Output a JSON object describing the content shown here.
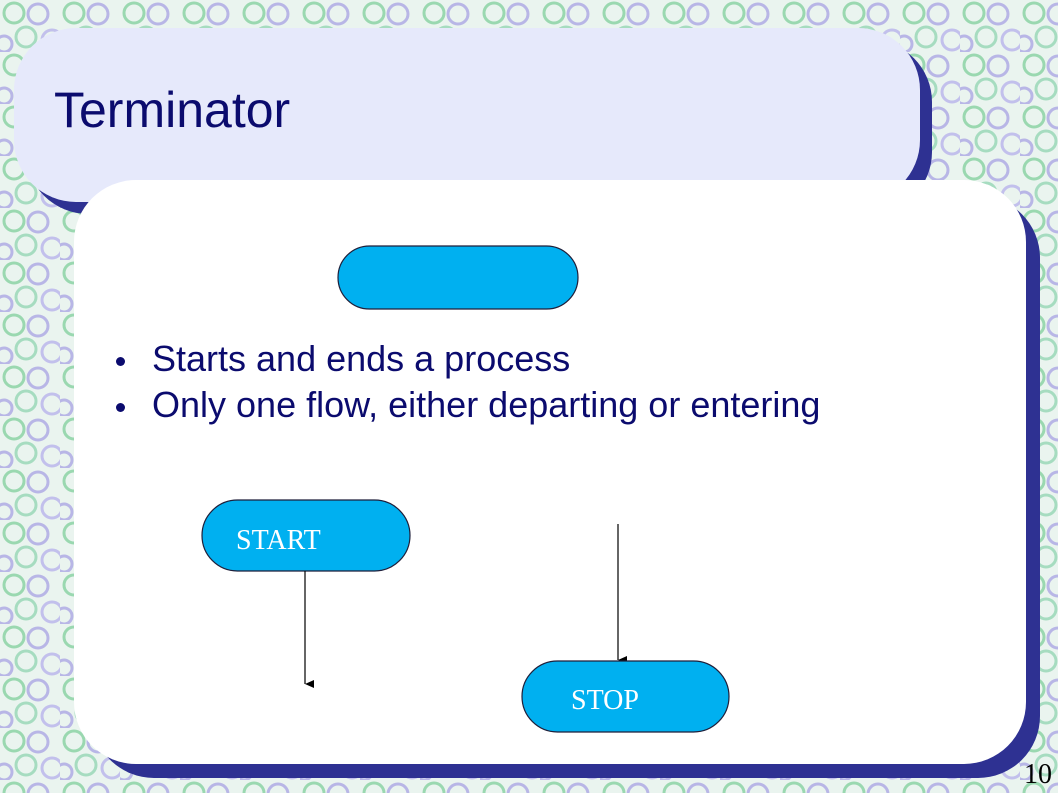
{
  "slide": {
    "title": "Terminator",
    "bullets": [
      "Starts and ends a process",
      "Only one flow, either departing or entering"
    ],
    "page_number": "10"
  },
  "diagram": {
    "shape_fill": "#00b0f0",
    "shape_stroke": "#1f1f3a",
    "terminators": [
      {
        "label": ""
      },
      {
        "label": "START"
      },
      {
        "label": "STOP"
      }
    ]
  },
  "colors": {
    "title_text": "#0b0b6e",
    "panel_shadow": "#2e3192",
    "title_panel": "#e6e9fb",
    "content_panel": "#ffffff"
  }
}
